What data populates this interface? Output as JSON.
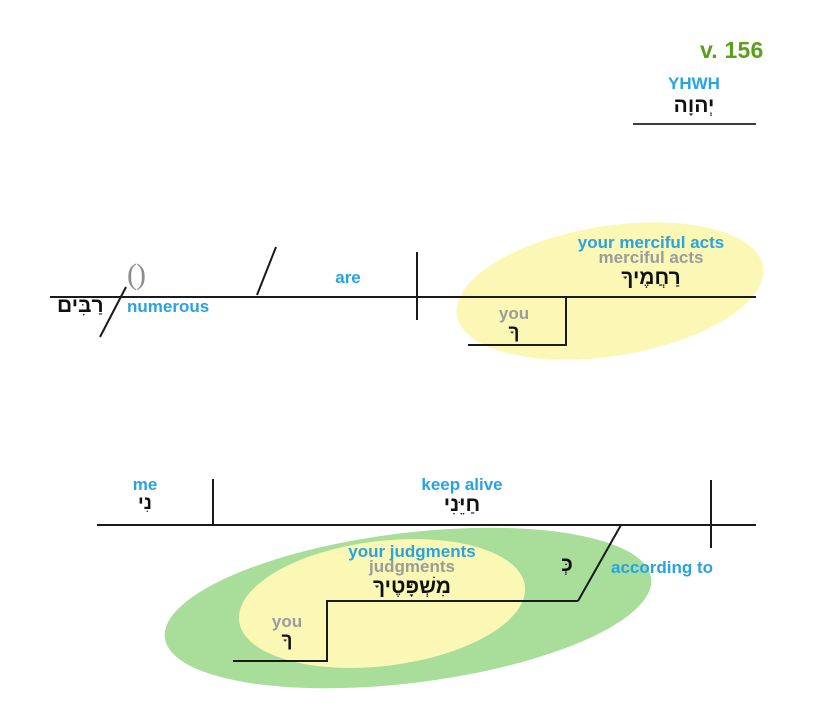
{
  "header": {
    "verse_label": "v. 156",
    "subject": {
      "gloss": "YHWH",
      "hebrew": "יְהוָה"
    }
  },
  "colors": {
    "gloss_blue": "#29a3e0",
    "lemma_gray": "#9b9b9b",
    "verse_green": "#5aa019",
    "oval_yellow": "#fbf7b4",
    "oval_green": "#a8dd9a",
    "stroke": "#1a1a1a"
  },
  "clause_one": {
    "predicate_adjective": {
      "gloss": "numerous",
      "hebrew": "רַבִּים",
      "marker": "()"
    },
    "copula": {
      "gloss": "are"
    },
    "subject_phrase": {
      "gloss": "your merciful acts",
      "lemma_gloss": "merciful acts",
      "hebrew": "רַחֲמֶיךָ"
    },
    "possessor": {
      "gloss": "you",
      "hebrew": "ךָ"
    }
  },
  "clause_two": {
    "object": {
      "gloss": "me",
      "hebrew": "נִי"
    },
    "verb": {
      "gloss": "keep alive",
      "hebrew": "חַיֵּנִי"
    },
    "preposition": {
      "gloss": "according to",
      "hebrew": "כְּ"
    },
    "object_phrase": {
      "gloss": "your judgments",
      "lemma_gloss": "judgments",
      "hebrew": "מִשְׁפָּטֶיךָ"
    },
    "possessor": {
      "gloss": "you",
      "hebrew": "ךָ"
    }
  }
}
